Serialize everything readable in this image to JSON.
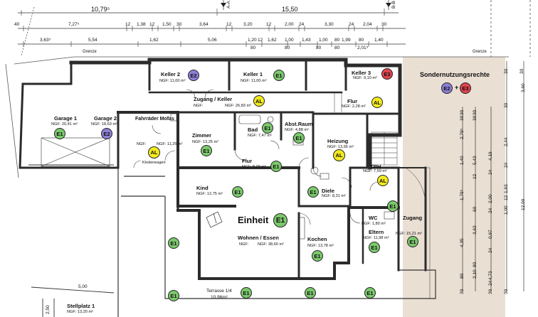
{
  "colors": {
    "e1": "#7bc86c",
    "e2": "#8e7fd6",
    "e3": "#e0434d",
    "al": "#f4ea1e",
    "sondernutzung": "#eadfd3",
    "wall": "#2b2b2b"
  },
  "top_dims": {
    "d1": "10,79⁵",
    "d2": "15,50",
    "row2": [
      "40",
      "7,27⁵",
      "12",
      "1,38",
      "12",
      "1,50",
      "30",
      "3,64",
      "12",
      "3,20",
      "12",
      "2,00",
      "24",
      "3,30",
      "24",
      "2,04",
      "30"
    ],
    "row3": [
      "3,63⁵",
      "5,54",
      "1,62",
      "5,06",
      "1,20",
      "12",
      "1,62",
      "1,00",
      "1,43",
      "1,00",
      "80",
      "1,99",
      "80",
      "1,40"
    ],
    "row3_sub": [
      "80",
      "80",
      "80",
      "80",
      "2,01⁵"
    ],
    "sections": [
      "A-A",
      "B-B"
    ]
  },
  "grenze": [
    "Grenze",
    "Grenze"
  ],
  "sondernutzung_title": "Sondernutzungsrechte",
  "sondernutzung_plus": "+",
  "rooms": {
    "keller2": {
      "name": "Keller 2",
      "ngf": "NGF: 11,00 m²",
      "badge": "E2"
    },
    "keller1": {
      "name": "Keller 1",
      "ngf": "NGF: 11,00 m²",
      "badge": "E1"
    },
    "keller3": {
      "name": "Keller 3",
      "ngf": "NGF: 9,10 m²",
      "badge": "E3"
    },
    "zugang_keller": {
      "name": "Zugang / Keller",
      "ngf": "NGF: 26,83 m²",
      "badge": "AL"
    },
    "flur_keller": {
      "name": "Flur",
      "ngf": "NGF: 2,28 m²",
      "badge": "AL"
    },
    "garage1": {
      "name": "Garage 1",
      "ngf": "NGF: 20,41 m²",
      "badge": "E1"
    },
    "garage2": {
      "name": "Garage 2",
      "ngf": "NGF: 18,63 m²",
      "badge": "E2"
    },
    "fahrrad": {
      "name": "Fahrräder Mofas",
      "ngf": "NGF: 11,25 m²",
      "badge": "AL",
      "extra": "Kinderwagen"
    },
    "zimmer": {
      "name": "Zimmer",
      "ngf": "NGF: 13,25 m²",
      "badge": "E1"
    },
    "bad": {
      "name": "Bad",
      "ngf": "NGF: 7,47 m²",
      "badge": "E1"
    },
    "abst": {
      "name": "Abst.Raum",
      "ngf": "NGF: 4,88 m²",
      "badge": "E1"
    },
    "heizung": {
      "name": "Heizung",
      "ngf": "NGF: 13,56 m²",
      "badge": "AL"
    },
    "flur": {
      "name": "Flur",
      "ngf": "NGF: 8,09 m²",
      "badge": "E1"
    },
    "trh": {
      "name": "TRH",
      "ngf": "NGF: 7,59 m²",
      "badge": "AL"
    },
    "kind": {
      "name": "Kind",
      "ngf": "NGF: 12,75 m²",
      "badge": "E1"
    },
    "diele": {
      "name": "Diele",
      "ngf": "NGF: 8,31 m²",
      "badge": "E1"
    },
    "wc": {
      "name": "WC",
      "ngf": "NGF: 1,80 m²",
      "badge": "E1"
    },
    "zugang": {
      "name": "Zugang",
      "ngf": "NGF: 15,21 m²",
      "badge": "E1"
    },
    "wohnen": {
      "name": "Wohnen / Essen",
      "ngf": "NGF: 38,60 m²"
    },
    "kochen": {
      "name": "Kochen",
      "ngf": "NGF: 13,78 m²",
      "badge": "E1"
    },
    "eltern": {
      "name": "Eltern",
      "ngf": "NGF: 11,98 m²",
      "badge": "E1"
    },
    "terrasse": {
      "name": "Terrasse 1/4",
      "ngf": "10,96m²"
    },
    "stellplatz": {
      "name": "Stellplatz 1",
      "ngf": "NGF: 13,20 m²"
    }
  },
  "einheit": {
    "label": "Einheit",
    "badge": "E1"
  },
  "extra_badges": [
    "E1",
    "E1",
    "E1",
    "E1",
    "E1",
    "E1",
    "E2",
    "E3"
  ],
  "stellplatz_dims": [
    "5,00",
    "2,50"
  ],
  "right_dims": {
    "outer": [
      "3,60",
      "12,00"
    ],
    "col_a": [
      "30",
      "2,79⁵",
      "1,40",
      "1,79⁵",
      "4,35",
      "80",
      "30"
    ],
    "col_b": [
      "30",
      "5,43",
      "12",
      "60",
      "3,63",
      "80",
      "2,10"
    ],
    "col_c": [
      "4,19",
      "24",
      "2,00",
      "24",
      "0,97",
      "24",
      "4,73",
      "24",
      "30"
    ],
    "col_d": [
      "2,44",
      "24",
      "1,63",
      "12",
      "1,00",
      "30"
    ],
    "misc": [
      "30",
      "30",
      "30",
      "30",
      "30"
    ]
  }
}
